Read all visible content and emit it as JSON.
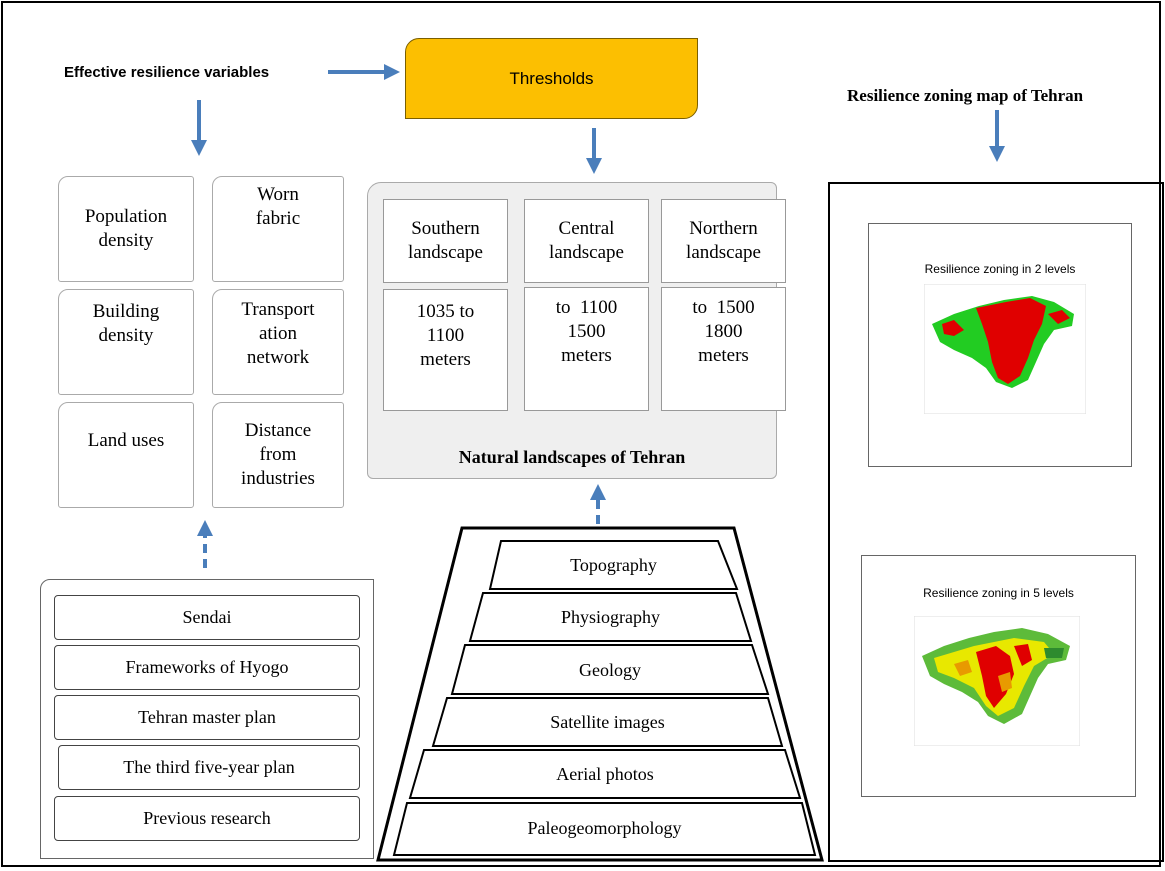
{
  "headings": {
    "variables": "Effective resilience variables",
    "thresholds": "Thresholds",
    "zoning_map": "Resilience zoning map of Tehran",
    "natural_landscapes": "Natural landscapes of Tehran"
  },
  "variables": [
    [
      "Population",
      "density"
    ],
    [
      "Worn",
      "fabric"
    ],
    [
      "Building",
      "density"
    ],
    [
      "Transport",
      "ation",
      "network"
    ],
    [
      "Land uses"
    ],
    [
      "Distance",
      "from",
      "industries"
    ]
  ],
  "sources": [
    "Sendai",
    "Frameworks of Hyogo",
    "Tehran master plan",
    "The third five-year plan",
    "Previous research"
  ],
  "landscapes": [
    {
      "name": [
        "Southern",
        "landscape"
      ],
      "range": [
        "1035 to",
        "1100",
        "meters"
      ]
    },
    {
      "name": [
        "Central",
        "landscape"
      ],
      "range": [
        "to  1100",
        "1500",
        "meters"
      ]
    },
    {
      "name": [
        "Northern",
        "landscape"
      ],
      "range": [
        "to  1500",
        "1800",
        "meters"
      ]
    }
  ],
  "layers": [
    "Topography",
    "Physiography",
    "Geology",
    "Satellite images",
    "Aerial photos",
    "Paleogeomorphology"
  ],
  "maps": [
    "Resilience zoning in 2 levels",
    "Resilience zoning in 5 levels"
  ],
  "colors": {
    "arrow": "#4A7EBB",
    "thresholds": "#FCBF01",
    "map_red": "#E00000",
    "map_green": "#22CC22",
    "map_yellow": "#E8E800"
  }
}
